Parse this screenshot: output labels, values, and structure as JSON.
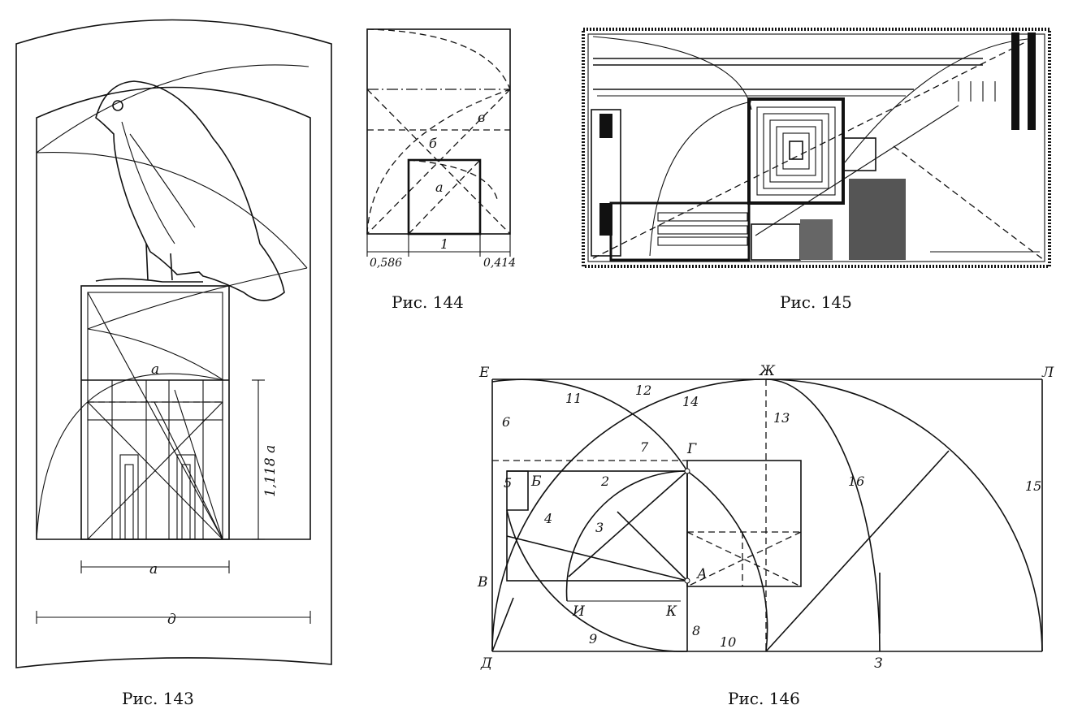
{
  "captions": {
    "fig143": "Рис. 143",
    "fig144": "Рис. 144",
    "fig145": "Рис. 145",
    "fig146": "Рис. 146"
  },
  "fig143": {
    "label_a_top": "a",
    "label_height": "1,118 a",
    "label_a_bottom": "a",
    "label_d": "д"
  },
  "fig144": {
    "label_v": "в",
    "label_b": "б",
    "label_a": "а",
    "dim_left": "0,586",
    "dim_mid": "1",
    "dim_right": "0,414"
  },
  "fig146": {
    "points": {
      "E": "Е",
      "Zh": "Ж",
      "L": "Л",
      "G": "Г",
      "B": "Б",
      "V": "В",
      "A": "А",
      "I": "И",
      "K": "К",
      "D": "Д",
      "Z": "З"
    },
    "steps": [
      "2",
      "3",
      "4",
      "5",
      "6",
      "7",
      "8",
      "9",
      "10",
      "11",
      "12",
      "13",
      "14",
      "15",
      "16"
    ]
  }
}
